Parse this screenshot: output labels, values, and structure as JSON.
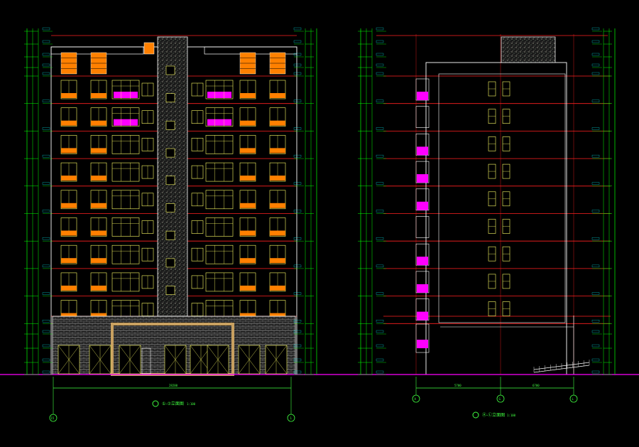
{
  "drawing": {
    "background": "#000000",
    "colors": {
      "outline": "#ffffff",
      "floor_line": "#ff2020",
      "dimension": "#00ff00",
      "axis": "#40ff40",
      "accent": "#ff00ff",
      "orange_panel": "#ff8000",
      "window": "#ffff66",
      "stone": "#8a8a7a",
      "base_cladding": "#9a9a9a",
      "ground": "#ff00ff",
      "text": "#ff0000",
      "level_text": "#00ffff"
    },
    "icons": [
      "axis-bubble-icon",
      "elevation-marker-icon"
    ],
    "floors_above_podium": 9,
    "views": [
      {
        "id": "front-elevation",
        "title": "①-⑦立面图",
        "scale": "1:100",
        "overall_dim": "28200",
        "axis_left": "15",
        "axis_right": "1"
      },
      {
        "id": "side-elevation",
        "title": "Ⓐ-Ⓛ立面图",
        "scale": "1:100",
        "dims": [
          "5700",
          "6700"
        ],
        "axes": [
          "A",
          "G",
          "L"
        ]
      }
    ]
  }
}
